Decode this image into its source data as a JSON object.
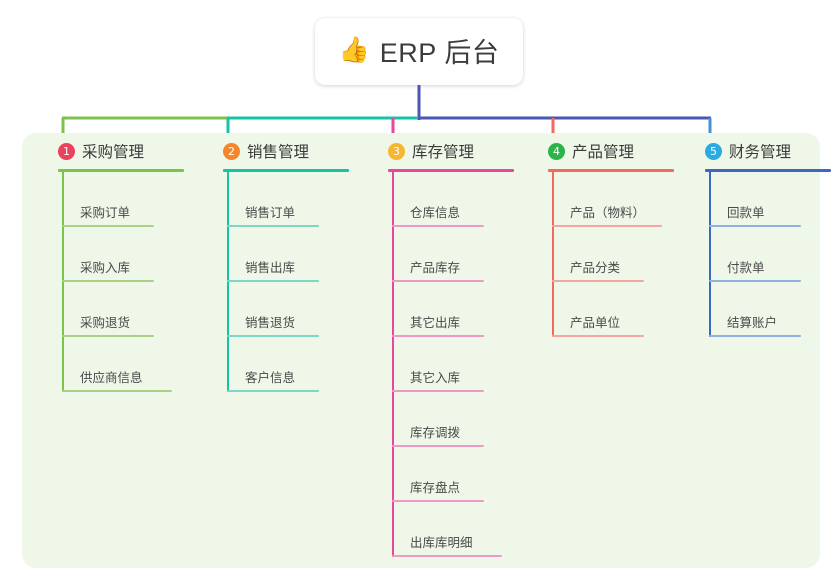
{
  "root": {
    "icon": "thumbs-up-icon",
    "icon_glyph": "👍",
    "title": "ERP 后台"
  },
  "panel": {
    "background_color": "#eef7e8"
  },
  "connector_colors": {
    "trunk": "#4a57b5",
    "segment_green": "#7dc24b",
    "segment_teal": "#16c4a5",
    "segment_blue": "#4a57b5",
    "drop_1": "#7dc24b",
    "drop_2": "#16c4a5",
    "drop_3": "#e8479b",
    "drop_4": "#f2695f",
    "drop_5": "#4a8fd6"
  },
  "columns": [
    {
      "number": "1",
      "badge_color": "#e8425c",
      "line_color": "#7dc24b",
      "item_line_color": "#a8d184",
      "title": "采购管理",
      "items": [
        "采购订单",
        "采购入库",
        "采购退货",
        "供应商信息"
      ]
    },
    {
      "number": "2",
      "badge_color": "#f5862e",
      "line_color": "#16c4a5",
      "item_line_color": "#7dd6c6",
      "title": "销售管理",
      "items": [
        "销售订单",
        "销售出库",
        "销售退货",
        "客户信息"
      ]
    },
    {
      "number": "3",
      "badge_color": "#f5b731",
      "line_color": "#e8479b",
      "item_line_color": "#ef9ac6",
      "title": "库存管理",
      "items": [
        "仓库信息",
        "产品库存",
        "其它出库",
        "其它入库",
        "库存调拨",
        "库存盘点",
        "出库库明细"
      ]
    },
    {
      "number": "4",
      "badge_color": "#2eb24a",
      "line_color": "#f2695f",
      "item_line_color": "#f5a79f",
      "title": "产品管理",
      "items": [
        "产品（物料）",
        "产品分类",
        "产品单位"
      ]
    },
    {
      "number": "5",
      "badge_color": "#29abe2",
      "line_color": "#3a68c4",
      "item_line_color": "#8fb0e0",
      "title": "财务管理",
      "items": [
        "回款单",
        "付款单",
        "结算账户"
      ]
    }
  ]
}
